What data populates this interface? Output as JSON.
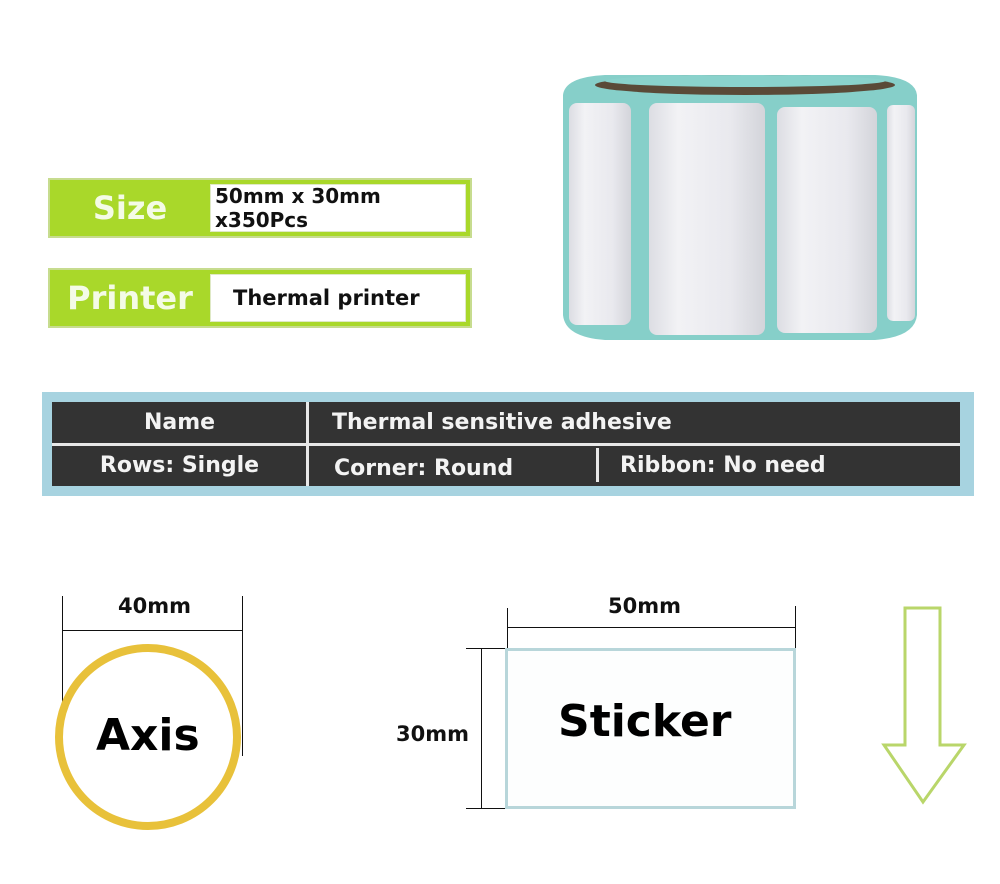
{
  "specs": {
    "size": {
      "label": "Size",
      "value": "50mm x 30mm x350Pcs"
    },
    "printer": {
      "label": "Printer",
      "value": "Thermal printer"
    }
  },
  "table": {
    "row1": {
      "label": "Name",
      "value": "Thermal sensitive adhesive"
    },
    "row2": {
      "rows": "Rows: Single",
      "corner": "Corner: Round",
      "ribbon": "Ribbon: No need"
    }
  },
  "axis_diagram": {
    "width_label": "40mm",
    "word": "Axis"
  },
  "sticker_diagram": {
    "width_label": "50mm",
    "height_label": "30mm",
    "word": "Sticker"
  },
  "colors": {
    "accent_green": "#a9d82a",
    "table_bg": "#333333",
    "table_frame": "#a7d3e0",
    "axis_ring": "#e8c13a",
    "label_liner": "#7fcfc8"
  },
  "icons": {
    "product_image": "label-roll-image",
    "arrow": "arrow-down-outline-icon"
  }
}
